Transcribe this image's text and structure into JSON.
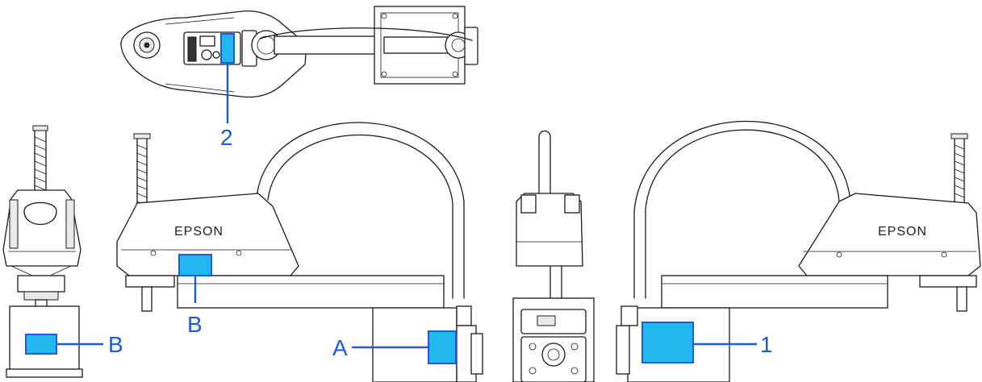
{
  "brand_text": "EPSON",
  "colors": {
    "label_fill": "#22b8ee",
    "label_stroke": "#1e5bd6",
    "line": "#1a1a1a"
  },
  "callouts": {
    "top_label": "2",
    "side_left_label": "B",
    "front_arm_label": "B",
    "front_base_label": "A",
    "back_base_label": "1"
  }
}
